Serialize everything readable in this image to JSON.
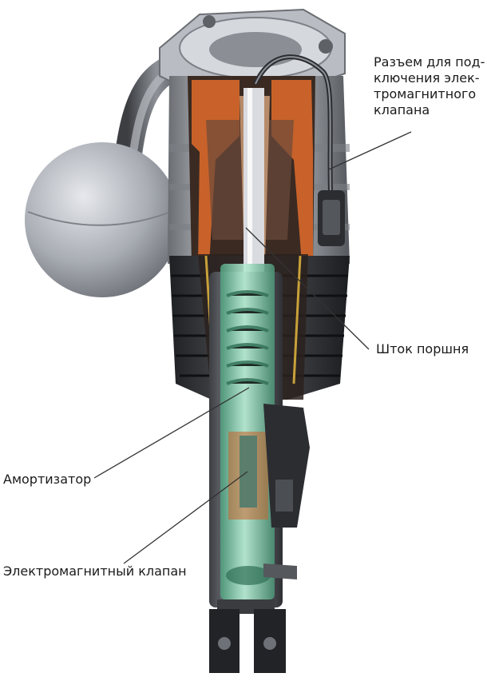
{
  "labels": {
    "connector_lines": [
      "Разъем для под-",
      "ключения элек-",
      "тромагнитного",
      "клапана"
    ],
    "piston_rod": "Шток поршня",
    "shock_absorber": "Амортизатор",
    "solenoid_valve": "Электромагнитный клапан"
  },
  "colors": {
    "background": "#ffffff",
    "metal_light": "#c9ccd2",
    "metal_dark": "#5a5d62",
    "bellows": "#2e2f33",
    "copper": "#c8622a",
    "fluid_green": "#8fd3b4",
    "leader_line": "#333333"
  }
}
